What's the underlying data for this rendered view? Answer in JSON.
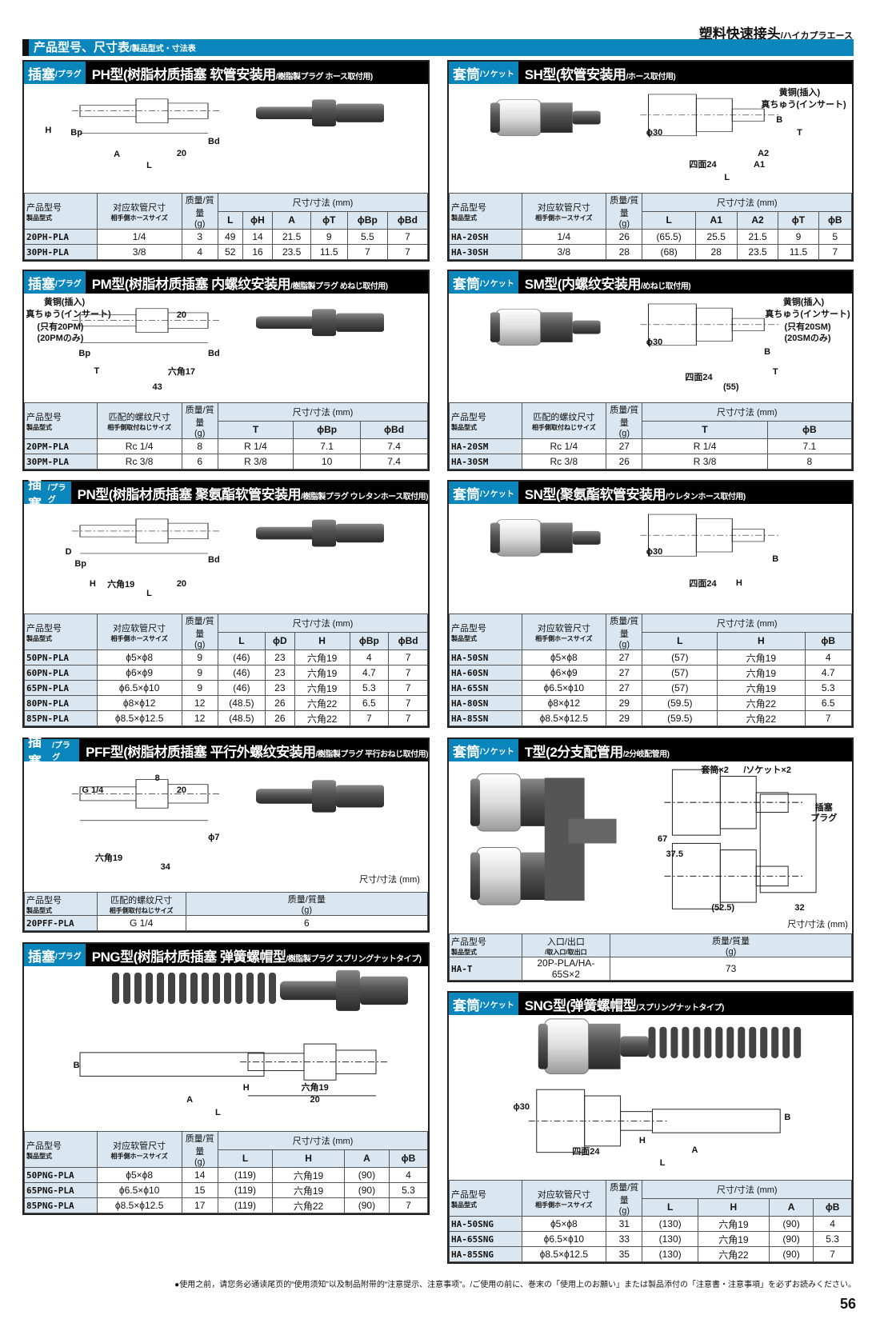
{
  "header": {
    "title": "塑料快速接头",
    "title_sub": "/ハイカプラエース"
  },
  "section": {
    "title": "产品型号、尺寸表",
    "title_sub": "/製品型式・寸法表"
  },
  "common": {
    "code_h": "产品型号",
    "code_h_sub": "製品型式",
    "mass_h": "质量/質量",
    "mass_unit": "(g)",
    "dim_h": "尺寸/寸法 (mm)",
    "hose_h": "对应软管尺寸",
    "hose_h_sub": "相手側ホースサイズ",
    "thread_h": "匹配的螺纹尺寸",
    "thread_h_sub": "相手側取付ねじサイズ"
  },
  "panels": {
    "ph": {
      "tag": "插塞",
      "tag_sub": "/プラグ",
      "title": "PH型(树脂材质插塞 软管安装用",
      "title_sub": "/樹脂製プラグ ホース取付用)",
      "col2": "hose",
      "dims": [
        "L",
        "ϕH",
        "A",
        "ϕT",
        "ϕBp",
        "ϕBd"
      ],
      "rows": [
        [
          "20PH-PLA",
          "1/4",
          "3",
          "49",
          "14",
          "21.5",
          "9",
          "5.5",
          "7"
        ],
        [
          "30PH-PLA",
          "3/8",
          "4",
          "52",
          "16",
          "23.5",
          "11.5",
          "7",
          "7"
        ]
      ],
      "labels": [
        "H",
        "Bp",
        "A",
        "20",
        "L",
        "Bd"
      ]
    },
    "pm": {
      "tag": "插塞",
      "tag_sub": "/プラグ",
      "title": "PM型(树脂材质插塞 内螺纹安装用",
      "title_sub": "/樹脂製プラグ めねじ取付用)",
      "col2": "thread",
      "dims": [
        "T",
        "ϕBp",
        "ϕBd"
      ],
      "rows": [
        [
          "20PM-PLA",
          "Rc 1/4",
          "8",
          "R 1/4",
          "7.1",
          "7.4"
        ],
        [
          "30PM-PLA",
          "Rc 3/8",
          "6",
          "R 3/8",
          "10",
          "7.4"
        ]
      ],
      "labels": [
        "黄铜(插入)",
        "真ちゅう(インサート)",
        "(只有20PM)",
        "(20PMのみ)",
        "20",
        "Bp",
        "T",
        "六角17",
        "Bd",
        "43"
      ]
    },
    "pn": {
      "tag": "插塞",
      "tag_sub": "/プラグ",
      "title": "PN型(树脂材质插塞 聚氨酯软管安装用",
      "title_sub": "/樹脂製プラグ ウレタンホース取付用)",
      "col2": "hose",
      "dims": [
        "L",
        "ϕD",
        "H",
        "ϕBp",
        "ϕBd"
      ],
      "rows": [
        [
          "50PN-PLA",
          "ϕ5×ϕ8",
          "9",
          "(46)",
          "23",
          "六角19",
          "4",
          "7"
        ],
        [
          "60PN-PLA",
          "ϕ6×ϕ9",
          "9",
          "(46)",
          "23",
          "六角19",
          "4.7",
          "7"
        ],
        [
          "65PN-PLA",
          "ϕ6.5×ϕ10",
          "9",
          "(46)",
          "23",
          "六角19",
          "5.3",
          "7"
        ],
        [
          "80PN-PLA",
          "ϕ8×ϕ12",
          "12",
          "(48.5)",
          "26",
          "六角22",
          "6.5",
          "7"
        ],
        [
          "85PN-PLA",
          "ϕ8.5×ϕ12.5",
          "12",
          "(48.5)",
          "26",
          "六角22",
          "7",
          "7"
        ]
      ],
      "labels": [
        "D",
        "Bp",
        "H",
        "六角19",
        "20",
        "L",
        "Bd"
      ]
    },
    "pff": {
      "tag": "插塞",
      "tag_sub": "/プラグ",
      "title": "PFF型(树脂材质插塞 平行外螺纹安装用",
      "title_sub": "/樹脂製プラグ 平行おねじ取付用)",
      "col2": "thread",
      "dims": [],
      "rows": [
        [
          "20PFF-PLA",
          "G 1/4",
          "6"
        ]
      ],
      "labels": [
        "8",
        "G 1/4",
        "20",
        "ϕ7",
        "六角19",
        "34",
        "尺寸/寸法 (mm)"
      ]
    },
    "png": {
      "tag": "插塞",
      "tag_sub": "/プラグ",
      "title": "PNG型(树脂材质插塞 弹簧螺帽型",
      "title_sub": "/樹脂製プラグ スプリングナットタイプ)",
      "col2": "hose",
      "dims": [
        "L",
        "H",
        "A",
        "ϕB"
      ],
      "rows": [
        [
          "50PNG-PLA",
          "ϕ5×ϕ8",
          "14",
          "(119)",
          "六角19",
          "(90)",
          "4"
        ],
        [
          "65PNG-PLA",
          "ϕ6.5×ϕ10",
          "15",
          "(119)",
          "六角19",
          "(90)",
          "5.3"
        ],
        [
          "85PNG-PLA",
          "ϕ8.5×ϕ12.5",
          "17",
          "(119)",
          "六角22",
          "(90)",
          "7"
        ]
      ],
      "labels": [
        "B",
        "H",
        "六角19",
        "20",
        "A",
        "L"
      ]
    },
    "sh": {
      "tag": "套筒",
      "tag_sub": "/ソケット",
      "title": "SH型(软管安装用",
      "title_sub": "/ホース取付用)",
      "col2": "hose",
      "dims": [
        "L",
        "A1",
        "A2",
        "ϕT",
        "ϕB"
      ],
      "rows": [
        [
          "HA-20SH",
          "1/4",
          "26",
          "(65.5)",
          "25.5",
          "21.5",
          "9",
          "5"
        ],
        [
          "HA-30SH",
          "3/8",
          "28",
          "(68)",
          "28",
          "23.5",
          "11.5",
          "7"
        ]
      ],
      "labels": [
        "黄铜(插入)",
        "真ちゅう(インサート)",
        "ϕ30",
        "B",
        "T",
        "A2",
        "A1",
        "四面24",
        "L"
      ]
    },
    "sm": {
      "tag": "套筒",
      "tag_sub": "/ソケット",
      "title": "SM型(内螺纹安装用",
      "title_sub": "/めねじ取付用)",
      "col2": "thread",
      "dims": [
        "T",
        "ϕB"
      ],
      "rows": [
        [
          "HA-20SM",
          "Rc 1/4",
          "27",
          "R 1/4",
          "7.1"
        ],
        [
          "HA-30SM",
          "Rc 3/8",
          "26",
          "R 3/8",
          "8"
        ]
      ],
      "labels": [
        "黄铜(插入)",
        "真ちゅう(インサート)",
        "(只有20SM)",
        "(20SMのみ)",
        "ϕ30",
        "B",
        "T",
        "四面24",
        "(55)"
      ]
    },
    "sn": {
      "tag": "套筒",
      "tag_sub": "/ソケット",
      "title": "SN型(聚氨酯软管安装用",
      "title_sub": "/ウレタンホース取付用)",
      "col2": "hose",
      "dims": [
        "L",
        "H",
        "ϕB"
      ],
      "rows": [
        [
          "HA-50SN",
          "ϕ5×ϕ8",
          "27",
          "(57)",
          "六角19",
          "4"
        ],
        [
          "HA-60SN",
          "ϕ6×ϕ9",
          "27",
          "(57)",
          "六角19",
          "4.7"
        ],
        [
          "HA-65SN",
          "ϕ6.5×ϕ10",
          "27",
          "(57)",
          "六角19",
          "5.3"
        ],
        [
          "HA-80SN",
          "ϕ8×ϕ12",
          "29",
          "(59.5)",
          "六角22",
          "6.5"
        ],
        [
          "HA-85SN",
          "ϕ8.5×ϕ12.5",
          "29",
          "(59.5)",
          "六角22",
          "7"
        ]
      ],
      "labels": [
        "ϕ30",
        "B",
        "四面24",
        "H"
      ]
    },
    "t": {
      "tag": "套筒",
      "tag_sub": "/ソケット",
      "title": "T型(2分支配管用",
      "title_sub": "/2分岐配管用)",
      "col2": "port",
      "port_h": "入口/出口",
      "port_h_sub": "/取入口/取出口",
      "dims": [],
      "rows": [
        [
          "HA-T",
          "20P-PLA/HA-65S×2",
          "73"
        ]
      ],
      "labels": [
        "套筒×2",
        "/ソケット×2",
        "插塞",
        "プラグ",
        "67",
        "37.5",
        "(52.5)",
        "32",
        "尺寸/寸法 (mm)"
      ]
    },
    "sng": {
      "tag": "套筒",
      "tag_sub": "/ソケット",
      "title": "SNG型(弹簧螺帽型",
      "title_sub": "/スプリングナットタイプ)",
      "col2": "hose",
      "dims": [
        "L",
        "H",
        "A",
        "ϕB"
      ],
      "rows": [
        [
          "HA-50SNG",
          "ϕ5×ϕ8",
          "31",
          "(130)",
          "六角19",
          "(90)",
          "4"
        ],
        [
          "HA-65SNG",
          "ϕ6.5×ϕ10",
          "33",
          "(130)",
          "六角19",
          "(90)",
          "5.3"
        ],
        [
          "HA-85SNG",
          "ϕ8.5×ϕ12.5",
          "35",
          "(130)",
          "六角22",
          "(90)",
          "7"
        ]
      ],
      "labels": [
        "ϕ30",
        "B",
        "四面24",
        "H",
        "A",
        "L"
      ]
    }
  },
  "footer": {
    "note": "●使用之前，请您务必通读尾页的“使用须知”以及制品附带的“注意提示、注意事项”。/ご使用の前に、巻末の「使用上のお願い」または製品添付の「注意書・注意事項」を必ずお読みください。",
    "page": "56"
  }
}
